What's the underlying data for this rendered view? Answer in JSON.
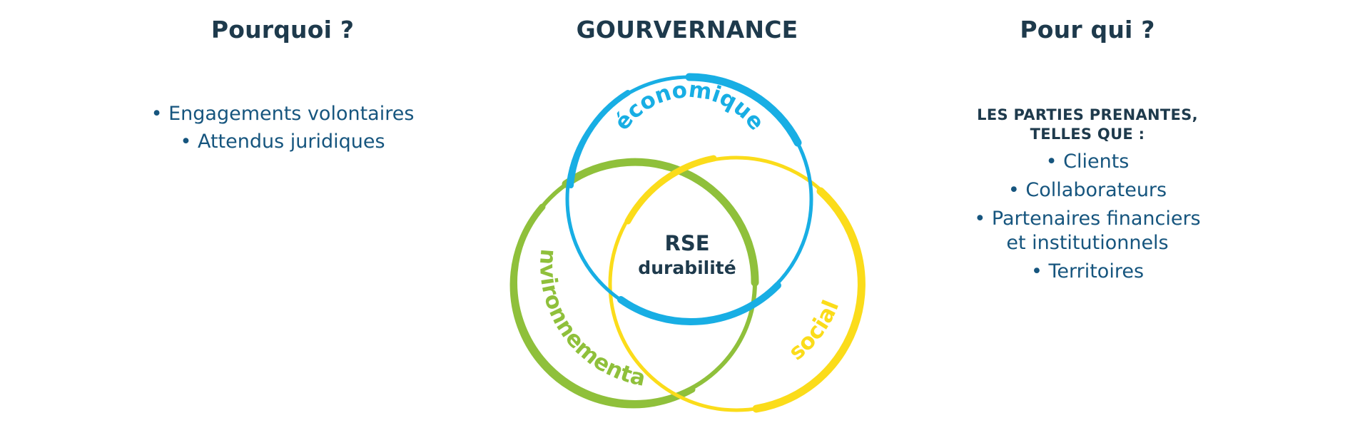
{
  "left": {
    "title": "Pourquoi ?",
    "items": [
      "• Engagements volontaires",
      "• Attendus juridiques"
    ]
  },
  "center": {
    "title": "GOURVERNANCE",
    "circles": {
      "economique": {
        "label": "économique",
        "color": "#18aee4"
      },
      "environnemental": {
        "label": "environnemental",
        "color": "#8fc03b"
      },
      "social": {
        "label": "social",
        "color": "#fbdc1a"
      }
    },
    "core": {
      "line1": "RSE",
      "line2": "durabilité"
    }
  },
  "right": {
    "title": "Pour qui ?",
    "subhead_line1": "LES PARTIES PRENANTES,",
    "subhead_line2": "TELLES QUE :",
    "items": {
      "clients": "• Clients",
      "collaborateurs": "• Collaborateurs",
      "partenaires_line1": "• Partenaires financiers",
      "partenaires_line2": "et institutionnels",
      "territoires": "• Territoires"
    }
  },
  "colors": {
    "heading": "#1e3a4c",
    "text": "#16557e"
  }
}
